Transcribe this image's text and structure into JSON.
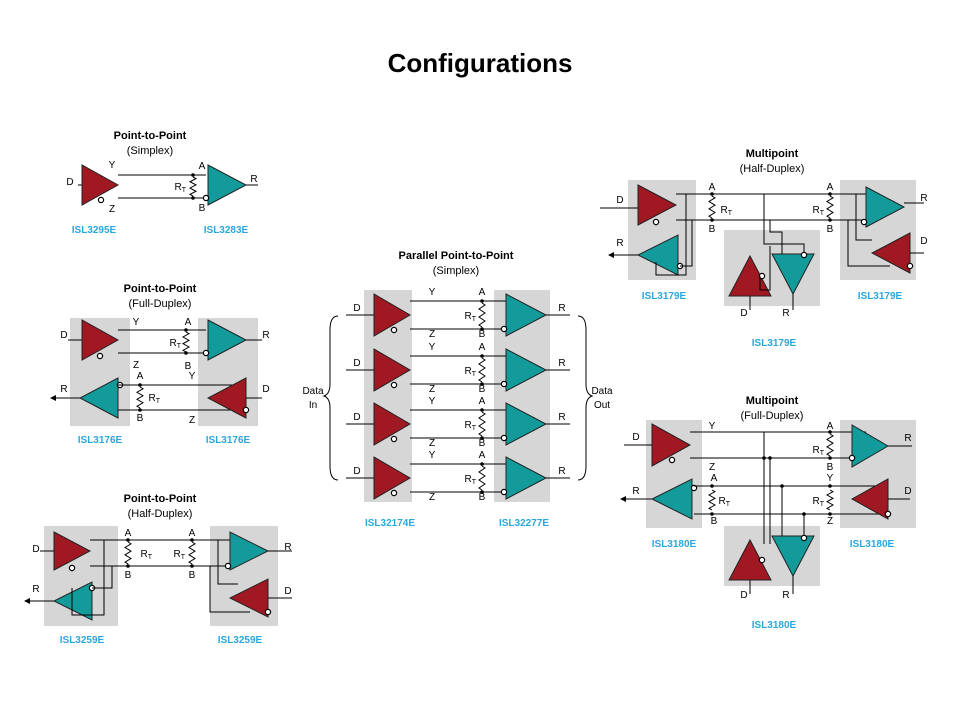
{
  "title": "Configurations",
  "colors": {
    "driver": "#a01822",
    "receiver": "#139a9a",
    "panel": "#d6d6d6",
    "part_label": "#2aa7dc",
    "wire": "#000000"
  },
  "pins": {
    "D": "D",
    "R": "R",
    "A": "A",
    "B": "B",
    "Y": "Y",
    "Z": "Z",
    "RT_main": "R",
    "RT_sub": "T"
  },
  "sections": {
    "p2p_simplex": {
      "title": "Point-to-Point",
      "subtitle": "(Simplex)",
      "driver_part": "ISL3295E",
      "receiver_part": "ISL3283E"
    },
    "p2p_full": {
      "title": "Point-to-Point",
      "subtitle": "(Full-Duplex)",
      "left_part": "ISL3176E",
      "right_part": "ISL3176E"
    },
    "p2p_half": {
      "title": "Point-to-Point",
      "subtitle": "(Half-Duplex)",
      "left_part": "ISL3259E",
      "right_part": "ISL3259E"
    },
    "parallel": {
      "title": "Parallel Point-to-Point",
      "subtitle": "(Simplex)",
      "left_part": "ISL32174E",
      "right_part": "ISL32277E",
      "data_in": [
        "Data",
        "In"
      ],
      "data_out": [
        "Data",
        "Out"
      ]
    },
    "multi_half": {
      "title": "Multipoint",
      "subtitle": "(Half-Duplex)",
      "left_part": "ISL3179E",
      "right_part": "ISL3179E",
      "bottom_part": "ISL3179E"
    },
    "multi_full": {
      "title": "Multipoint",
      "subtitle": "(Full-Duplex)",
      "left_part": "ISL3180E",
      "right_part": "ISL3180E",
      "bottom_part": "ISL3180E"
    }
  }
}
